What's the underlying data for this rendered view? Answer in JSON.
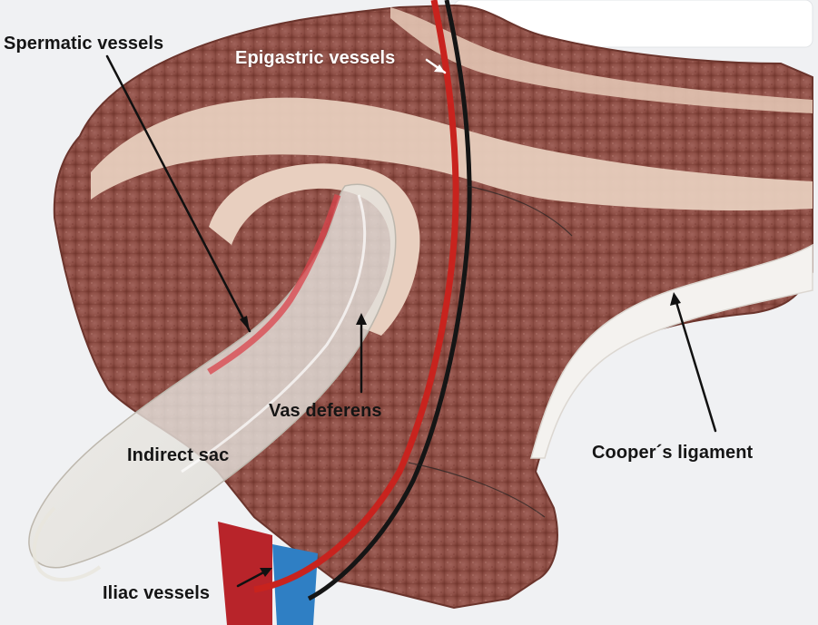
{
  "labels": {
    "spermatic_vessels": "Spermatic vessels",
    "epigastric_vessels": "Epigastric vessels",
    "vas_deferens": "Vas deferens",
    "indirect_sac": "Indirect sac",
    "coopers_ligament": "Cooper´s ligament",
    "iliac_vessels": "Iliac vessels"
  },
  "colors": {
    "meat": "#8f5047",
    "fat": "#e9d2c3",
    "board": "#f2f3f5",
    "red_cord": "#c8231e",
    "black_cord": "#151515",
    "blue_vessel": "#2f7fc4",
    "label_dark": "#151515",
    "label_light": "#ffffff"
  }
}
